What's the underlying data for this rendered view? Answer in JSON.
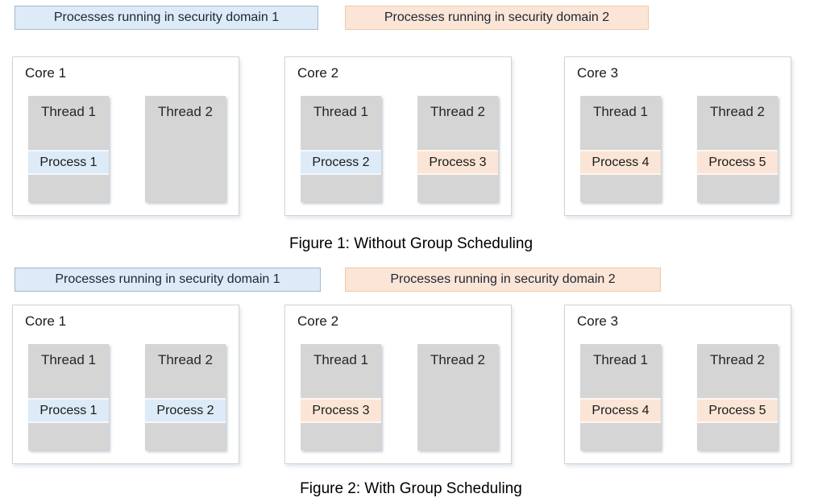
{
  "colors": {
    "page_background": "#ffffff",
    "domain1_fill": "#dcebf7",
    "domain1_border": "#a3b8cc",
    "domain2_fill": "#fbe5d6",
    "domain2_border": "#f0c9a8",
    "thread_fill": "#d5d5d5",
    "core_fill": "#ffffff",
    "core_border": "#d2d2d2"
  },
  "figure1": {
    "caption": "Figure 1: Without Group Scheduling",
    "legend": [
      {
        "label": "Processes running in security domain 1",
        "domain": 1
      },
      {
        "label": "Processes running in security domain 2",
        "domain": 2
      }
    ],
    "cores": [
      {
        "label": "Core 1",
        "threads": [
          {
            "label": "Thread 1",
            "process": {
              "label": "Process 1",
              "domain": 1
            }
          },
          {
            "label": "Thread 2",
            "process": null
          }
        ]
      },
      {
        "label": "Core 2",
        "threads": [
          {
            "label": "Thread 1",
            "process": {
              "label": "Process 2",
              "domain": 1
            }
          },
          {
            "label": "Thread 2",
            "process": {
              "label": "Process 3",
              "domain": 2
            }
          }
        ]
      },
      {
        "label": "Core 3",
        "threads": [
          {
            "label": "Thread 1",
            "process": {
              "label": "Process 4",
              "domain": 2
            }
          },
          {
            "label": "Thread 2",
            "process": {
              "label": "Process 5",
              "domain": 2
            }
          }
        ]
      }
    ]
  },
  "figure2": {
    "caption": "Figure 2: With Group Scheduling",
    "legend": [
      {
        "label": "Processes running in security domain 1",
        "domain": 1
      },
      {
        "label": "Processes running in security domain 2",
        "domain": 2
      }
    ],
    "cores": [
      {
        "label": "Core 1",
        "threads": [
          {
            "label": "Thread 1",
            "process": {
              "label": "Process 1",
              "domain": 1
            }
          },
          {
            "label": "Thread 2",
            "process": {
              "label": "Process 2",
              "domain": 1
            }
          }
        ]
      },
      {
        "label": "Core 2",
        "threads": [
          {
            "label": "Thread 1",
            "process": {
              "label": "Process 3",
              "domain": 2
            }
          },
          {
            "label": "Thread 2",
            "process": null
          }
        ]
      },
      {
        "label": "Core 3",
        "threads": [
          {
            "label": "Thread 1",
            "process": {
              "label": "Process 4",
              "domain": 2
            }
          },
          {
            "label": "Thread 2",
            "process": {
              "label": "Process 5",
              "domain": 2
            }
          }
        ]
      }
    ]
  }
}
